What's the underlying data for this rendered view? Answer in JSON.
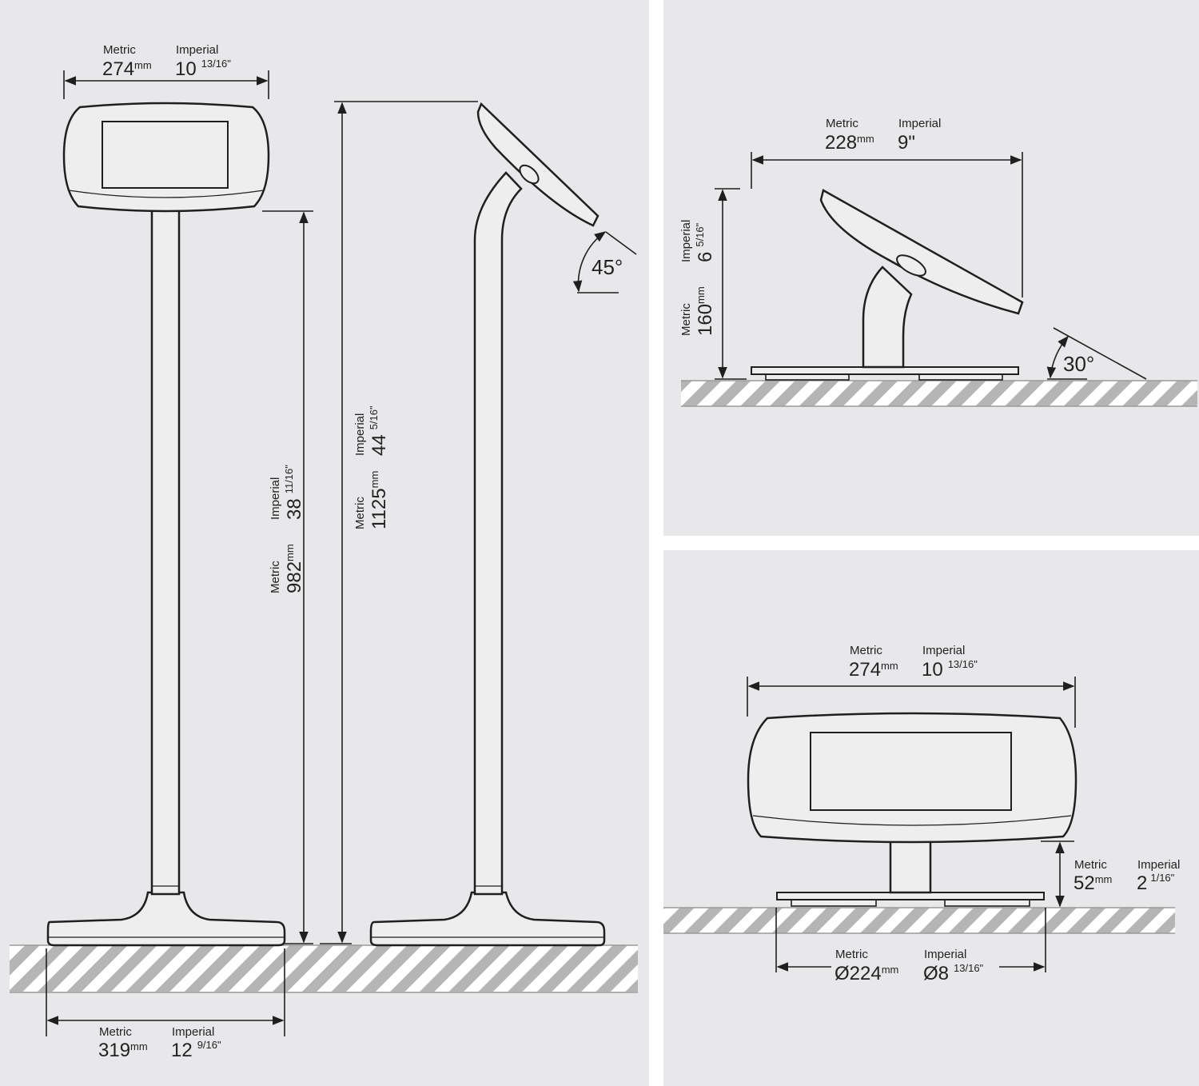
{
  "colors": {
    "background": "#e8e8ea",
    "separator": "#ffffff",
    "line": "#1f1f1f",
    "device_fill": "#eeeeee",
    "hatch": "#b5b5b5"
  },
  "labels": {
    "metric": "Metric",
    "imperial": "Imperial"
  },
  "floor_stand": {
    "top_width": {
      "metric": "274",
      "metric_unit": "mm",
      "imperial": "10",
      "imperial_fraction": "13/16\""
    },
    "height_to_device": {
      "metric": "982",
      "metric_unit": "mm",
      "imperial": "38",
      "imperial_fraction": "11/16\""
    },
    "total_height": {
      "metric": "1125",
      "metric_unit": "mm",
      "imperial": "44",
      "imperial_fraction": "5/16\""
    },
    "base_width": {
      "metric": "319",
      "metric_unit": "mm",
      "imperial": "12",
      "imperial_fraction": "9/16\""
    },
    "tilt_angle": "45°"
  },
  "desk_side": {
    "depth": {
      "metric": "228",
      "metric_unit": "mm",
      "imperial": "9\""
    },
    "height": {
      "metric": "160",
      "metric_unit": "mm",
      "imperial": "6",
      "imperial_fraction": "5/16\""
    },
    "tilt_angle": "30°"
  },
  "desk_front": {
    "width": {
      "metric": "274",
      "metric_unit": "mm",
      "imperial": "10",
      "imperial_fraction": "13/16\""
    },
    "clearance": {
      "metric": "52",
      "metric_unit": "mm",
      "imperial": "2",
      "imperial_fraction": "1/16\""
    },
    "base_diameter": {
      "metric": "Ø224",
      "metric_unit": "mm",
      "imperial": "Ø8",
      "imperial_fraction": "13/16\""
    }
  }
}
